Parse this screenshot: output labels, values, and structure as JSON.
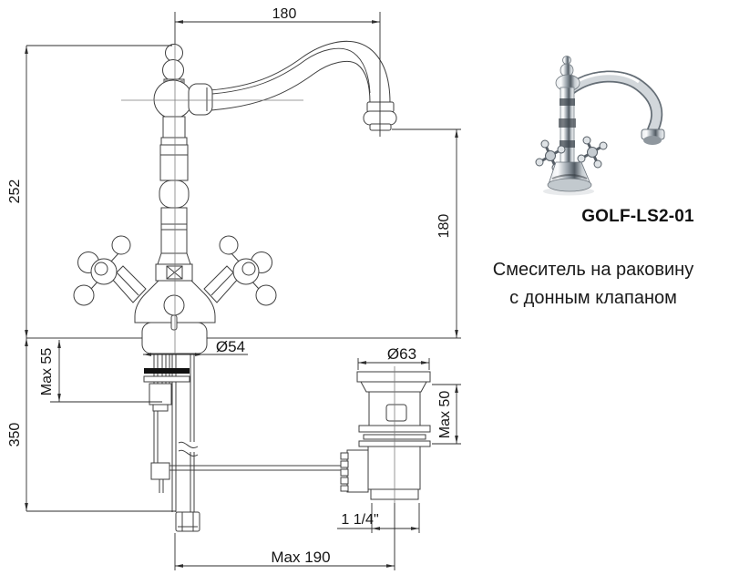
{
  "product": {
    "code": "GOLF-LS2-01",
    "description": [
      "Смеситель на раковину",
      "с донным клапаном"
    ]
  },
  "drawing": {
    "dim_spout_reach_top": "180",
    "dim_total_height": "252",
    "dim_spout_height": "180",
    "dim_base_diameter": "Ø54",
    "dim_deck_thickness": "Max 55",
    "dim_under_counter": "350",
    "dim_drain_flange": "Ø63",
    "dim_drain_clamp": "Max 50",
    "dim_drain_thread": "1 1/4\"",
    "dim_rod_reach": "Max 190"
  },
  "colors": {
    "line": "#3f3f3f",
    "centerline": "#7d7d7d",
    "text": "#161616",
    "gasket": "#111111",
    "chrome_light": "#f4f6f7",
    "chrome_dark": "#5f6970"
  }
}
